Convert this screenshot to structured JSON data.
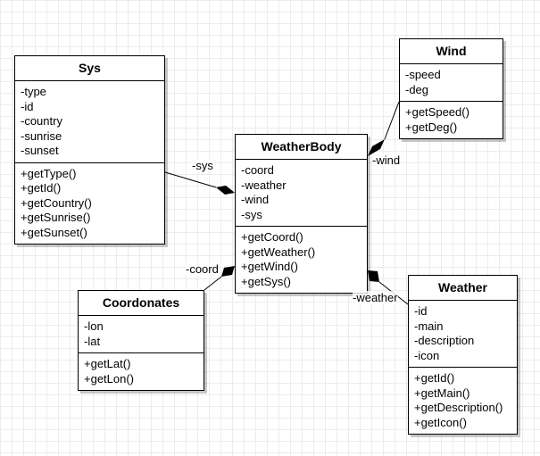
{
  "classes": [
    {
      "name": "Sys",
      "attributes": [
        "-type",
        "-id",
        "-country",
        "-sunrise",
        "-sunset"
      ],
      "methods": [
        "+getType()",
        "+getId()",
        "+getCountry()",
        "+getSunrise()",
        "+getSunset()"
      ]
    },
    {
      "name": "Wind",
      "attributes": [
        "-speed",
        "-deg"
      ],
      "methods": [
        "+getSpeed()",
        "+getDeg()"
      ]
    },
    {
      "name": "WeatherBody",
      "attributes": [
        "-coord",
        "-weather",
        "-wind",
        "-sys"
      ],
      "methods": [
        "+getCoord()",
        "+getWeather()",
        "+getWind()",
        "+getSys()"
      ]
    },
    {
      "name": "Coordonates",
      "attributes": [
        "-lon",
        "-lat"
      ],
      "methods": [
        "+getLat()",
        "+getLon()"
      ]
    },
    {
      "name": "Weather",
      "attributes": [
        "-id",
        "-main",
        "-description",
        "-icon"
      ],
      "methods": [
        "+getId()",
        "+getMain()",
        "+getDescription()",
        "+getIcon()"
      ]
    }
  ],
  "associations": [
    {
      "role": "-sys",
      "from": "WeatherBody",
      "to": "Sys",
      "type": "composition"
    },
    {
      "role": "-wind",
      "from": "WeatherBody",
      "to": "Wind",
      "type": "composition"
    },
    {
      "role": "-coord",
      "from": "WeatherBody",
      "to": "Coordonates",
      "type": "composition"
    },
    {
      "role": "-weather",
      "from": "WeatherBody",
      "to": "Weather",
      "type": "composition"
    }
  ]
}
